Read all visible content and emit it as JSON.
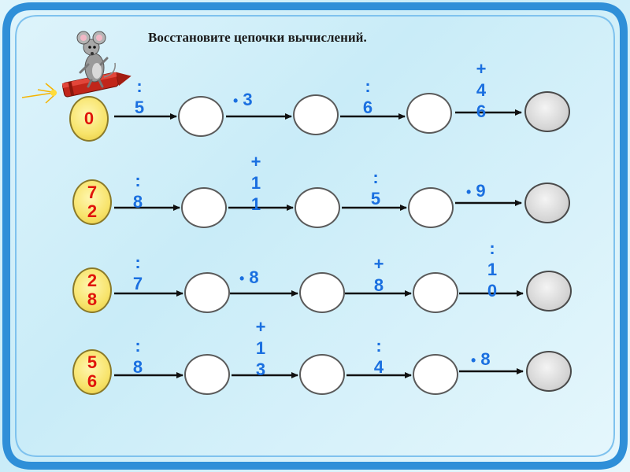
{
  "title": "Восстановите цепочки вычислений.",
  "rows": [
    {
      "start": [
        "",
        "0"
      ],
      "ops": [
        ":\n5",
        "3",
        ":\n6",
        "+\n4\n6"
      ]
    },
    {
      "start": [
        "7",
        "2"
      ],
      "ops": [
        ":\n8",
        "+\n1\n1",
        ":\n5",
        "9"
      ]
    },
    {
      "start": [
        "2",
        "8"
      ],
      "ops": [
        ":\n7",
        "8",
        "+\n8",
        ":\n1\n0"
      ]
    },
    {
      "start": [
        "5",
        "6"
      ],
      "ops": [
        ":\n8",
        "+\n1\n3",
        ":\n4",
        "8"
      ]
    }
  ],
  "colors": {
    "frame": "#2f8fd8",
    "start_text": "#e0140b",
    "operation": "#1a6fe0",
    "start_fill": "#f7e36a",
    "final_fill": "#d4d4d4"
  },
  "icons": {
    "mascot": "mouse-on-firework-rocket"
  }
}
